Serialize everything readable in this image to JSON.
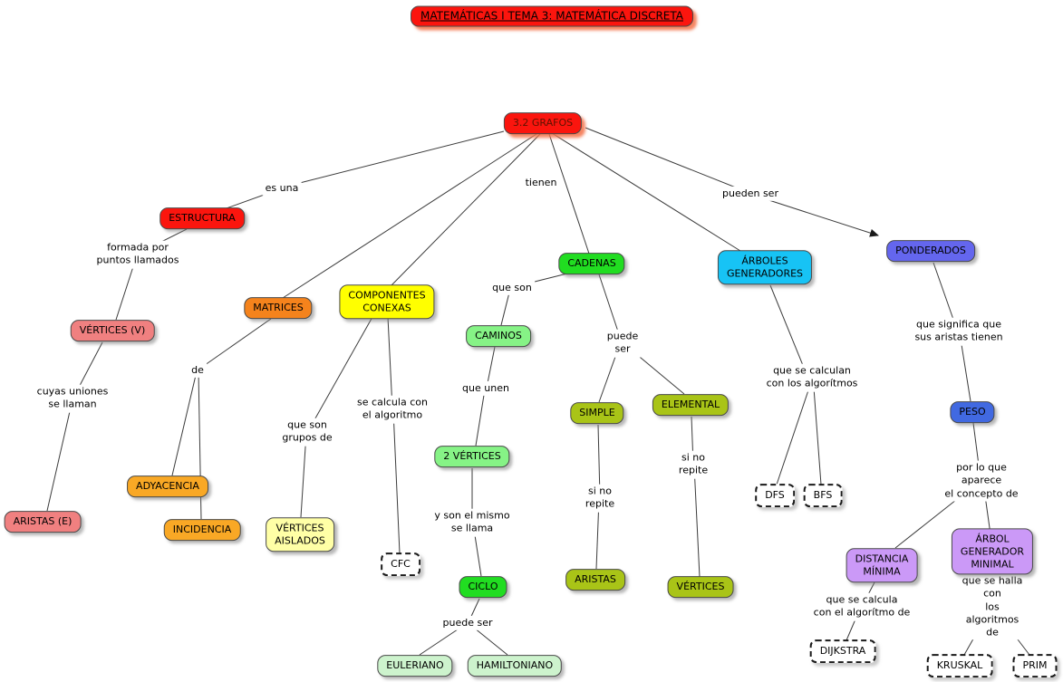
{
  "title": {
    "label": "MATEMÁTICAS I TEMA 3: MATEMÁTICA DISCRETA",
    "bg": "#fb150e"
  },
  "nodes": {
    "grafos": {
      "label": "3.2 GRAFOS",
      "bg": "#fb150e",
      "fg": "#5e1200"
    },
    "estructura": {
      "label": "ESTRUCTURA",
      "bg": "#fb150e",
      "fg": "#000000"
    },
    "vertices_v": {
      "label": "VÉRTICES (V)",
      "bg": "#f08080",
      "fg": "#000000"
    },
    "aristas_e": {
      "label": "ARISTAS (E)",
      "bg": "#f08080",
      "fg": "#000000"
    },
    "matrices": {
      "label": "MATRICES",
      "bg": "#f5831c",
      "fg": "#000000"
    },
    "adyacencia": {
      "label": "ADYACENCIA",
      "bg": "#f9a825",
      "fg": "#000000"
    },
    "incidencia": {
      "label": "INCIDENCIA",
      "bg": "#f9a825",
      "fg": "#000000"
    },
    "componentes_conexas": {
      "label": "COMPONENTES\nCONEXAS",
      "bg": "#ffff00",
      "fg": "#000000"
    },
    "vertices_aislados": {
      "label": "VÉRTICES\nAISLADOS",
      "bg": "#ffffa6",
      "fg": "#000000"
    },
    "cfc": {
      "label": "CFC",
      "bg": "#ffffff",
      "fg": "#000000"
    },
    "caminos": {
      "label": "CAMINOS",
      "bg": "#86f386",
      "fg": "#000000"
    },
    "dos_vertices": {
      "label": "2 VÉRTICES",
      "bg": "#86f386",
      "fg": "#000000"
    },
    "ciclo": {
      "label": "CICLO",
      "bg": "#21dd21",
      "fg": "#000000"
    },
    "euleriano": {
      "label": "EULERIANO",
      "bg": "#cdf3cd",
      "fg": "#000000"
    },
    "hamiltoniano": {
      "label": "HAMILTONIANO",
      "bg": "#cdf3cd",
      "fg": "#000000"
    },
    "cadenas": {
      "label": "CADENAS",
      "bg": "#21dd21",
      "fg": "#000000"
    },
    "simple": {
      "label": "SIMPLE",
      "bg": "#a9c417",
      "fg": "#000000"
    },
    "elemental": {
      "label": "ELEMENTAL",
      "bg": "#a9c417",
      "fg": "#000000"
    },
    "aristas": {
      "label": "ARISTAS",
      "bg": "#a9c417",
      "fg": "#000000"
    },
    "vertices": {
      "label": "VÉRTICES",
      "bg": "#a9c417",
      "fg": "#000000"
    },
    "arboles_generadores": {
      "label": "ÁRBOLES\nGENERADORES",
      "bg": "#17c3f5",
      "fg": "#000000"
    },
    "dfs": {
      "label": "DFS",
      "bg": "#ffffff",
      "fg": "#000000"
    },
    "bfs": {
      "label": "BFS",
      "bg": "#ffffff",
      "fg": "#000000"
    },
    "ponderados": {
      "label": "PONDERADOS",
      "bg": "#6466ee",
      "fg": "#000000"
    },
    "peso": {
      "label": "PESO",
      "bg": "#4169e1",
      "fg": "#000000"
    },
    "distancia_minima": {
      "label": "DISTANCIA\nMÍNIMA",
      "bg": "#cb99f7",
      "fg": "#000000"
    },
    "arbol_generador_minimal": {
      "label": "ÁRBOL GENERADOR\nMINIMAL",
      "bg": "#cb99f7",
      "fg": "#000000"
    },
    "dijkstra": {
      "label": "DIJKSTRA",
      "bg": "#ffffff",
      "fg": "#000000"
    },
    "kruskal": {
      "label": "KRUSKAL",
      "bg": "#ffffff",
      "fg": "#000000"
    },
    "prim": {
      "label": "PRIM",
      "bg": "#ffffff",
      "fg": "#000000"
    }
  },
  "link_phrases": {
    "es_una": "es una",
    "tienen": "tienen",
    "pueden_ser": "pueden ser",
    "formada_por": "formada por\npuntos llamados",
    "cuyas_uniones": "cuyas uniones\nse llaman",
    "de": "de",
    "que_son_grupos": "que son\ngrupos de",
    "se_calcula_con": "se calcula con\nel algoritmo",
    "que_son": "que son",
    "que_unen": "que unen",
    "y_son_el_mismo": "y son el mismo\nse llama",
    "puede_ser_ciclo": "puede ser",
    "puede_ser_cadena": "puede\nser",
    "si_no_repite_aristas": "si no\nrepite",
    "si_no_repite_vertices": "si no\nrepite",
    "que_se_calculan": "que se calculan\ncon los algorítmos",
    "que_significa": "que significa que\nsus aristas tienen",
    "por_lo_que_aparece": "por lo que aparece\nel concepto de",
    "que_se_calcula": "que se calcula\ncon el algorítmo de",
    "que_se_halla": "que se halla con\nlos algoritmos de"
  },
  "colors": {
    "line": "#3c3c3c",
    "canvas": "#ffffff",
    "title_shadow": "#f4724a"
  }
}
